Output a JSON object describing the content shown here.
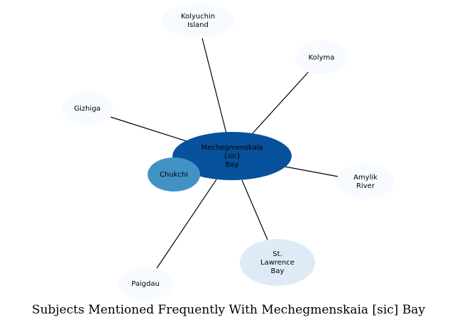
{
  "title": "Subjects Mentioned Frequently With Mechegmenskaia [sic] Bay",
  "center": {
    "lines": [
      "Mechegmenskaia",
      "[sic]",
      "Bay"
    ],
    "color": "#08519c"
  },
  "nodes": [
    {
      "id": "kolyuchin-island",
      "lines": [
        "Kolyuchin",
        "Island"
      ],
      "color": "#f7fbff"
    },
    {
      "id": "kolyma",
      "lines": [
        "Kolyma"
      ],
      "color": "#f7fbff"
    },
    {
      "id": "gizhiga",
      "lines": [
        "Gizhiga"
      ],
      "color": "#f7fbff"
    },
    {
      "id": "amylik-river",
      "lines": [
        "Amylik",
        "River"
      ],
      "color": "#f7fbff"
    },
    {
      "id": "chukchi",
      "lines": [
        "Chukchi"
      ],
      "color": "#4292c6"
    },
    {
      "id": "st-lawrence-bay",
      "lines": [
        "St.",
        "Lawrence",
        "Bay"
      ],
      "color": "#deebf7"
    },
    {
      "id": "paigdau",
      "lines": [
        "Paigdau"
      ],
      "color": "#f7fbff"
    }
  ]
}
